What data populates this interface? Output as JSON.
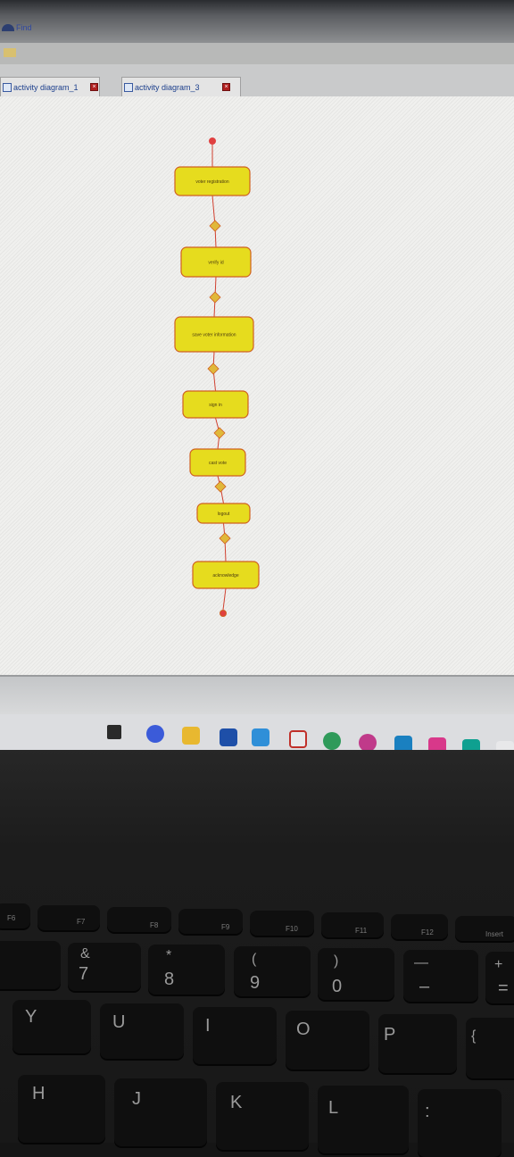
{
  "app": {
    "find_label": "Find",
    "tabs": [
      {
        "label": "activity diagram_1"
      },
      {
        "label": "activity diagram_3"
      }
    ]
  },
  "diagram": {
    "nodes": [
      {
        "label": "voter registration"
      },
      {
        "label": "verify id"
      },
      {
        "label": "save voter information"
      },
      {
        "label": "sign in"
      },
      {
        "label": "cast vote"
      },
      {
        "label": "logout"
      },
      {
        "label": "acknowledge"
      }
    ],
    "colors": {
      "fill": "#e6dc1e",
      "stroke": "#d06020",
      "flow": "#d04030",
      "decision": "#e0b83a"
    }
  },
  "keyboard": {
    "fn_keys": [
      "F6",
      "F7",
      "F8",
      "F9",
      "F10",
      "F11",
      "F12",
      "Insert"
    ],
    "number_keys": [
      {
        "top": "&",
        "main": "7"
      },
      {
        "top": "*",
        "main": "8"
      },
      {
        "top": "(",
        "main": "9"
      },
      {
        "top": ")",
        "main": "0"
      },
      {
        "top": "—",
        "main": "–"
      },
      {
        "top": "+",
        "main": "="
      }
    ],
    "letter_row1": [
      "Y",
      "U",
      "I",
      "O",
      "P",
      "{"
    ],
    "letter_row2": [
      "H",
      "J",
      "K",
      "L",
      ":"
    ]
  }
}
